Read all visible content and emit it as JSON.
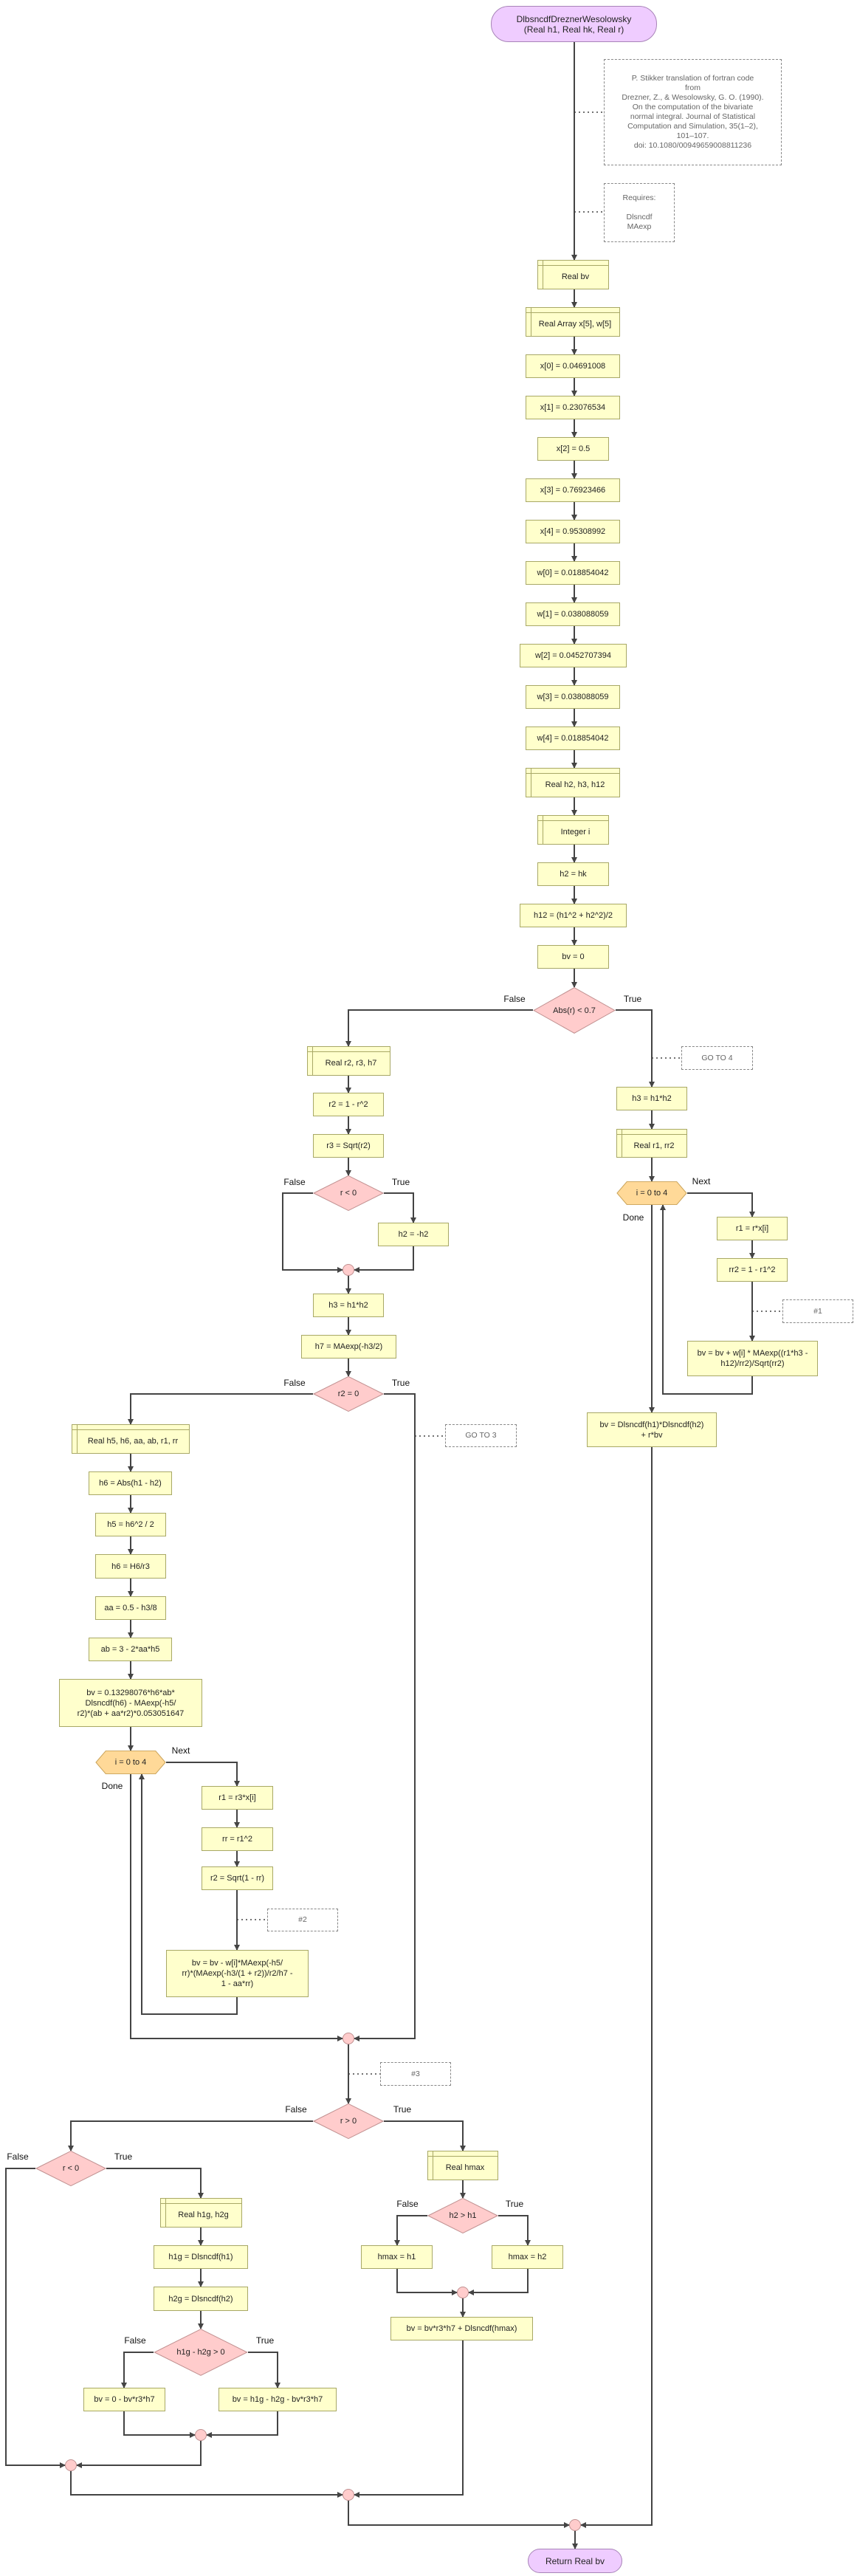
{
  "start": "DlbsncdfDreznerWesolowsky\n(Real h1, Real hk, Real r)",
  "end": "Return Real bv",
  "notes": {
    "ref": "P. Stikker translation of fortran code\nfrom\nDrezner, Z., & Wesolowsky, G. O. (1990).\nOn the computation of the bivariate\nnormal integral. Journal of Statistical\nComputation and Simulation, 35(1–2),\n101–107.\ndoi: 10.1080/00949659008811236",
    "requires": "Requires:\n\nDlsncdf\nMAexp",
    "goto4": "GO TO 4",
    "goto3": "GO TO 3",
    "n1": "#1",
    "n2": "#2",
    "n3": "#3"
  },
  "main": {
    "real_bv": "Real bv",
    "arrays": "Real Array x[5], w[5]",
    "x0": "x[0] = 0.04691008",
    "x1": "x[1] = 0.23076534",
    "x2": "x[2] = 0.5",
    "x3": "x[3] = 0.76923466",
    "x4": "x[4] = 0.95308992",
    "w0": "w[0] = 0.018854042",
    "w1": "w[1] = 0.038088059",
    "w2": "w[2] = 0.0452707394",
    "w3": "w[3] = 0.038088059",
    "w4": "w[4] = 0.018854042",
    "real_h": "Real h2, h3, h12",
    "int_i": "Integer i",
    "h2": "h2 = hk",
    "h12": "h12 = (h1^2 + h2^2)/2",
    "bv0": "bv = 0",
    "cond_abs": "Abs(r) < 0.7"
  },
  "left": {
    "decl": "Real r2, r3, h7",
    "r2": "r2 = 1 - r^2",
    "r3": "r3 = Sqrt(r2)",
    "cond_rneg": "r < 0",
    "h2neg": "h2 = -h2",
    "h3": "h3 = h1*h2",
    "h7": "h7 = MAexp(-h3/2)",
    "cond_r2": "r2 = 0",
    "decl2": "Real h5, h6, aa, ab, r1, rr",
    "h6a": "h6 = Abs(h1 - h2)",
    "h5": "h5 = h6^2 / 2",
    "h6b": "h6 = H6/r3",
    "aa": "aa = 0.5 - h3/8",
    "ab": "ab = 3 - 2*aa*h5",
    "bv": "bv = 0.13298076*h6*ab*\nDlsncdf(h6) - MAexp(-h5/\nr2)*(ab + aa*r2)*0.053051647",
    "loop": "i = 0 to 4",
    "r1": "r1 = r3*x[i]",
    "rr": "rr = r1^2",
    "r2b": "r2 = Sqrt(1 - rr)",
    "bv2": "bv = bv - w[i]*MAexp(-h5/\nrr)*(MAexp(-h3/(1 + r2))/r2/h7 -\n1 - aa*rr)"
  },
  "right": {
    "h3": "h3 = h1*h2",
    "decl": "Real r1, rr2",
    "loop": "i = 0 to 4",
    "r1": "r1 = r*x[i]",
    "rr2": "rr2 = 1 - r1^2",
    "bv": "bv = bv + w[i] * MAexp((r1*h3 -\nh12)/rr2)/Sqrt(rr2)",
    "bvf": "bv = Dlsncdf(h1)*Dlsncdf(h2)\n+ r*bv"
  },
  "bottom": {
    "cond_rpos": "r > 0",
    "cond_rneg": "r < 0",
    "decl_g": "Real h1g, h2g",
    "h1g": "h1g = Dlsncdf(h1)",
    "h2g": "h2g = Dlsncdf(h2)",
    "cond_g": "h1g - h2g > 0",
    "bv_false": "bv = 0 - bv*r3*h7",
    "bv_true": "bv = h1g - h2g - bv*r3*h7",
    "decl_hmax": "Real hmax",
    "cond_h": "h2 > h1",
    "hmax1": "hmax = h1",
    "hmax2": "hmax = h2",
    "bv_hmax": "bv = bv*r3*h7 + Dlsncdf(hmax)"
  },
  "labels": {
    "true": "True",
    "false": "False",
    "next": "Next",
    "done": "Done"
  },
  "colors": {
    "process": "#ffffcc",
    "decision": "#ffcccc",
    "loop": "#ffd998",
    "terminal": "#efccff",
    "line": "#444444"
  }
}
